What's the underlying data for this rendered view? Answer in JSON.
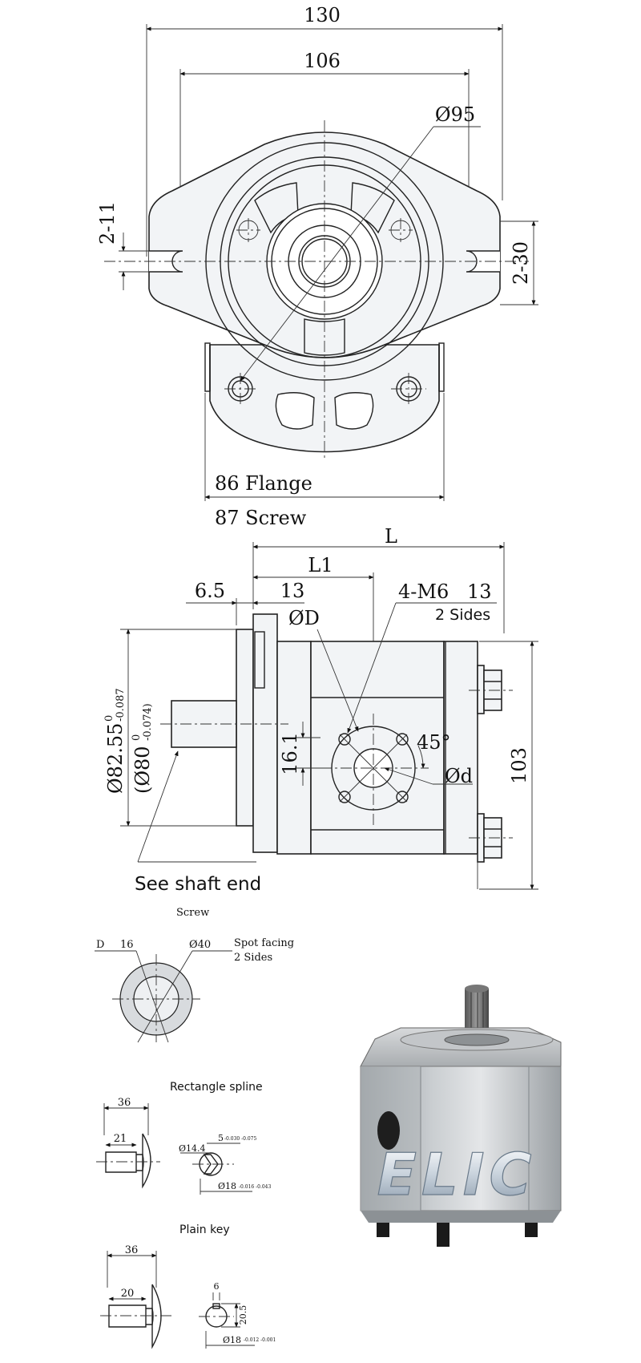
{
  "front_view": {
    "dim_overall_width": "130",
    "dim_mount_centers": "106",
    "dim_pilot_dia": "Ø95",
    "dim_left_slot": "2-11",
    "dim_right_slot": "2-30",
    "dim_flange": "86 Flange",
    "dim_screw": "87 Screw"
  },
  "side_view": {
    "dim_length": "L",
    "dim_length_1": "L1",
    "dim_shaft_offset": "6.5",
    "dim_flange_thickness": "13",
    "dim_port_thread": "4-M6",
    "dim_thread_depth": "13",
    "dim_sides": "2 Sides",
    "dim_port_D": "ØD",
    "dim_pilot_main": "Ø82.55",
    "dim_pilot_upper_tol": "0",
    "dim_pilot_lower_tol": "-0.087",
    "dim_pilot_alt_open": "(Ø80",
    "dim_pilot_alt_upper_tol": "0",
    "dim_pilot_alt_lower_tol": "-0.074)",
    "dim_port_offset": "16.1",
    "dim_angle": "45°",
    "dim_port_d": "Ød",
    "dim_height": "103",
    "shaft_note": "See shaft end"
  },
  "screw_detail": {
    "title": "Screw",
    "label_D": "D",
    "dim_16": "16",
    "dim_40": "Ø40",
    "spot_facing": "Spot facing",
    "sides": "2 Sides"
  },
  "rect_spline": {
    "title": "Rectangle spline",
    "dim_length": "36",
    "dim_spline_length": "21",
    "dim_inner": "Ø14.4",
    "dim_width": "5",
    "dim_width_tol": "-0.030 -0.075",
    "dim_outer": "Ø18",
    "dim_outer_tol": "-0.016 -0.043"
  },
  "plain_key": {
    "title": "Plain key",
    "dim_length": "36",
    "dim_key_length": "20",
    "dim_key_width": "6",
    "dim_key_height": "20.5",
    "dim_shaft": "Ø18",
    "dim_shaft_tol": "-0.012 -0.001"
  },
  "product_photo": {
    "brand_logo": "ELIC"
  }
}
